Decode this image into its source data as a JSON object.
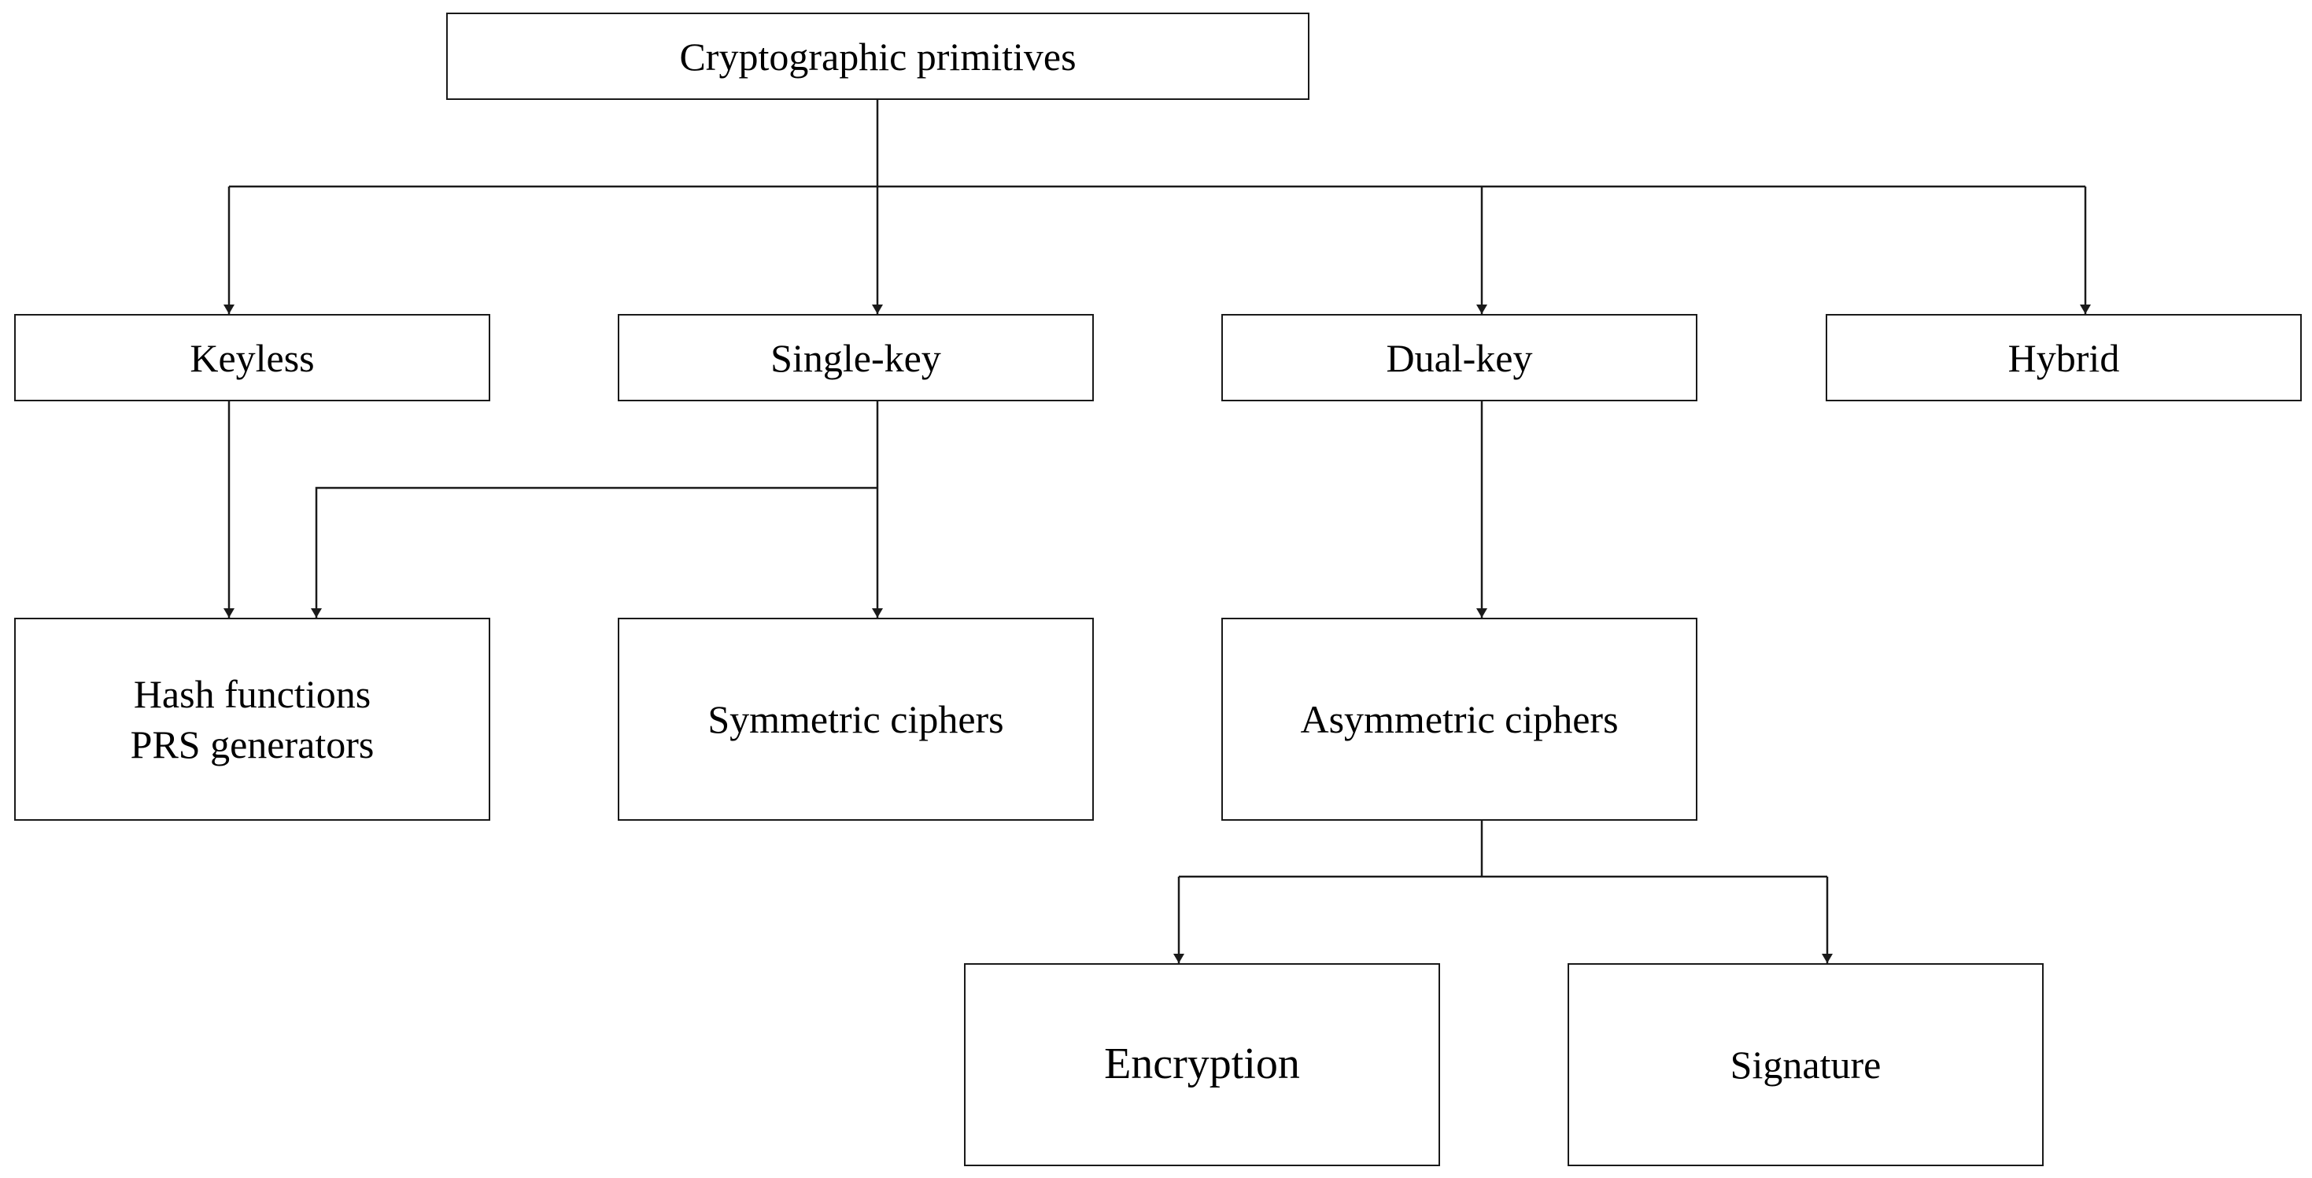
{
  "diagram": {
    "root": "Cryptographic primitives",
    "keyless": "Keyless",
    "single_key": "Single-key",
    "dual_key": "Dual-key",
    "hybrid": "Hybrid",
    "hash_line1": "Hash functions",
    "hash_line2": "PRS generators",
    "symmetric": "Symmetric ciphers",
    "asymmetric": "Asymmetric ciphers",
    "encryption": "Encryption",
    "signature": "Signature"
  },
  "colors": {
    "stroke": "#1a1a1a",
    "background": "#ffffff",
    "text": "#000000"
  }
}
